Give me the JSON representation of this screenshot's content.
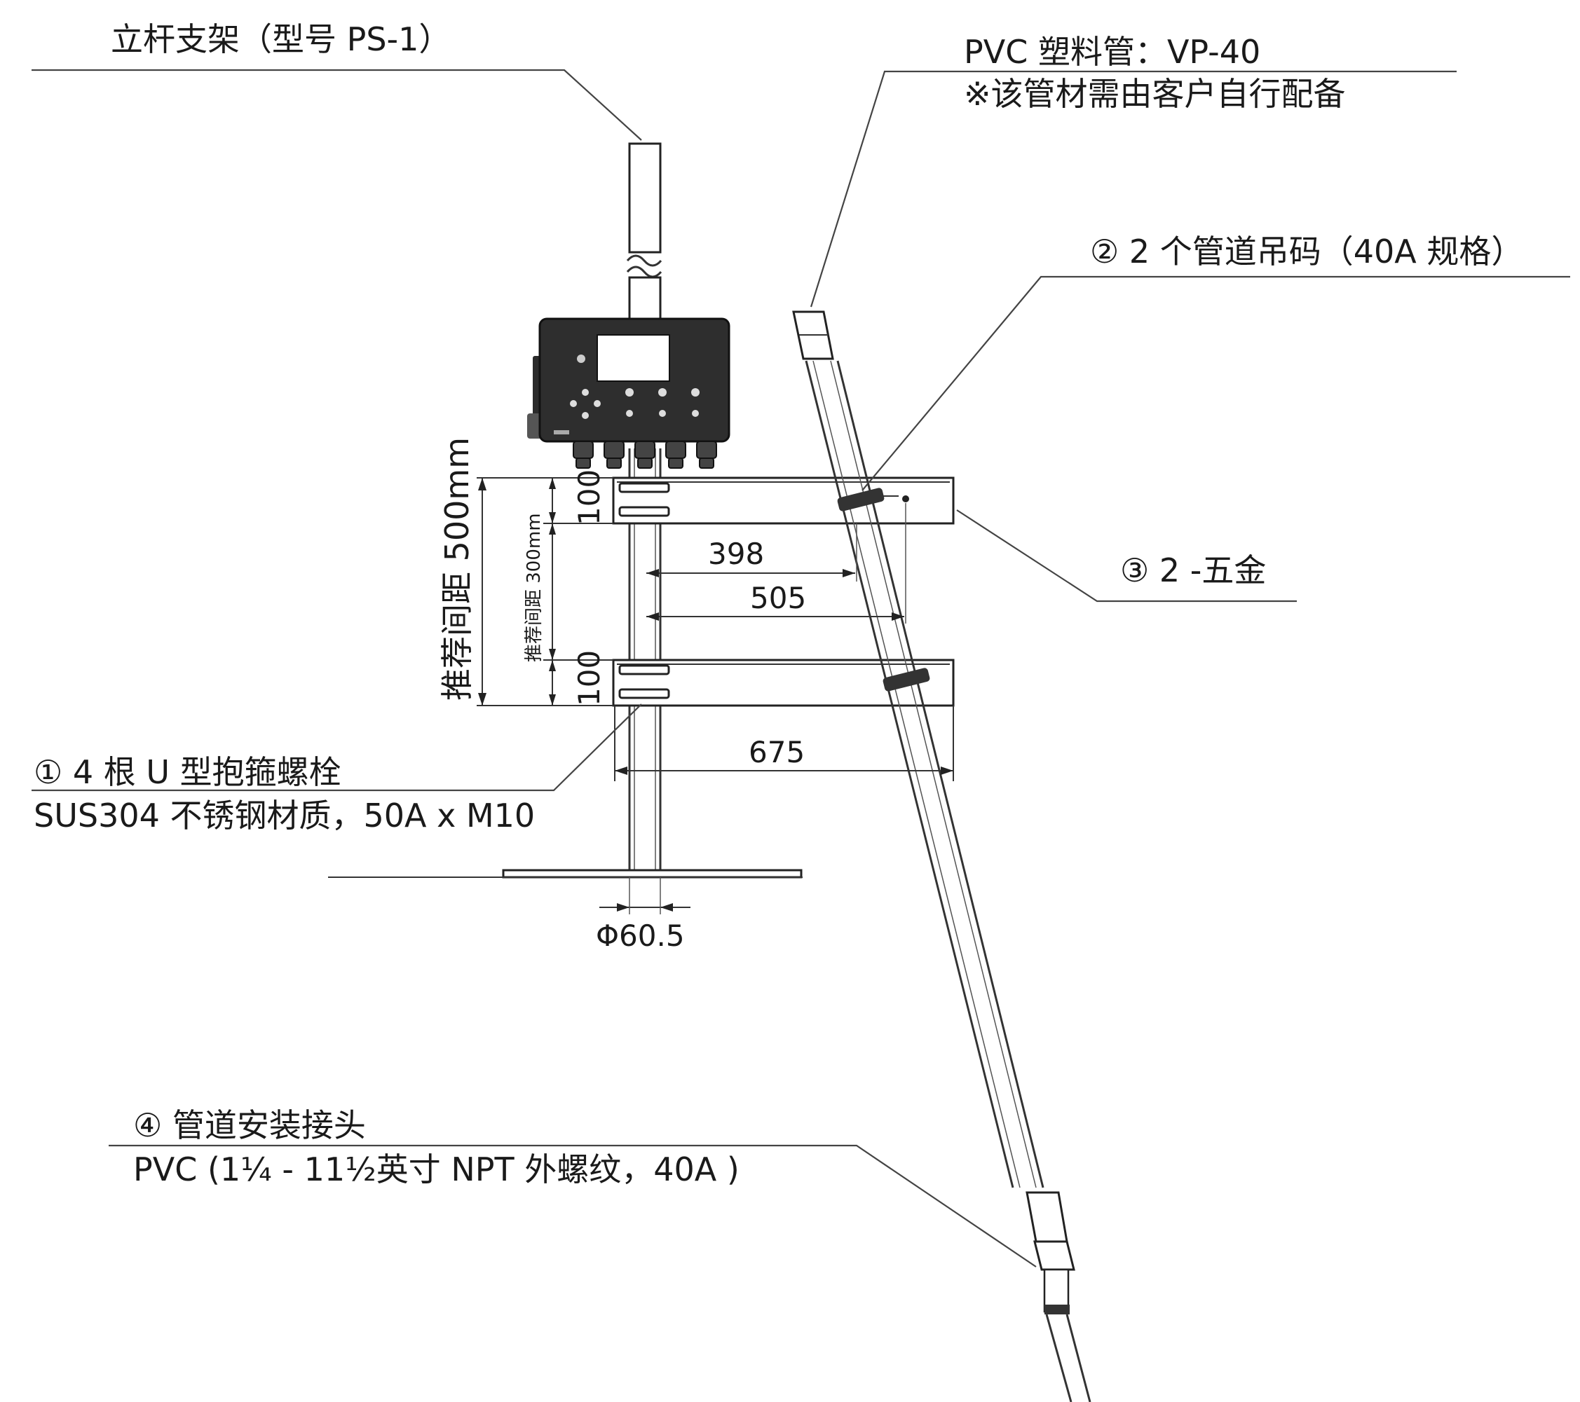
{
  "labels": {
    "stand": "立杆支架（型号 PS-1）",
    "pvc_pipe_line1": "PVC 塑料管：VP-40",
    "pvc_pipe_line2": "※该管材需由客户自行配备",
    "pipe_hanger": "② 2 个管道吊码（40A 规格）",
    "hardware": "③ 2 -五金",
    "ubolt_line1": "① 4 根 U 型抱箍螺栓",
    "ubolt_line2": "SUS304 不锈钢材质，50A x M10",
    "fitting_line1": "④ 管道安装接头",
    "fitting_line2": "PVC (1¼ - 11½英寸 NPT 外螺纹，40A )"
  },
  "dimensions": {
    "recommended_500": "推荐间距 500mm",
    "recommended_300": "推荐间距 300mm",
    "top_bracket": "100",
    "bottom_bracket": "100",
    "d398": "398",
    "d505": "505",
    "d675": "675",
    "diameter": "Φ60.5"
  }
}
